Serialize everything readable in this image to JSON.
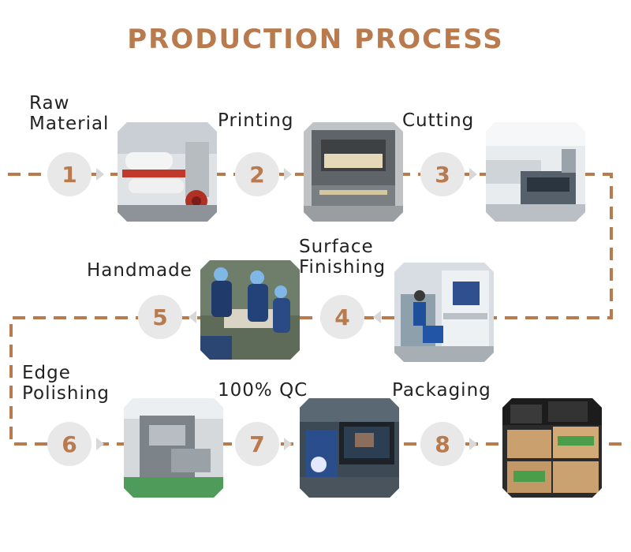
{
  "title": "PRODUCTION PROCESS",
  "colors": {
    "accent": "#b97a4e",
    "circle": "#e8e8e8",
    "chevron": "#d8d8d8"
  },
  "steps": [
    {
      "number": "1",
      "label": "Raw\nMaterial",
      "photo": "raw-material-machine-photo"
    },
    {
      "number": "2",
      "label": "Printing",
      "photo": "printing-machine-photo"
    },
    {
      "number": "3",
      "label": "Cutting",
      "photo": "cutting-machine-photo"
    },
    {
      "number": "4",
      "label": "Surface\nFinishing",
      "photo": "surface-finishing-machine-photo"
    },
    {
      "number": "5",
      "label": "Handmade",
      "photo": "workers-handmade-photo"
    },
    {
      "number": "6",
      "label": "Edge\nPolishing",
      "photo": "edge-polishing-machine-photo"
    },
    {
      "number": "7",
      "label": "100% QC",
      "photo": "quality-control-station-photo"
    },
    {
      "number": "8",
      "label": "Packaging",
      "photo": "packaged-boxes-photo"
    }
  ]
}
